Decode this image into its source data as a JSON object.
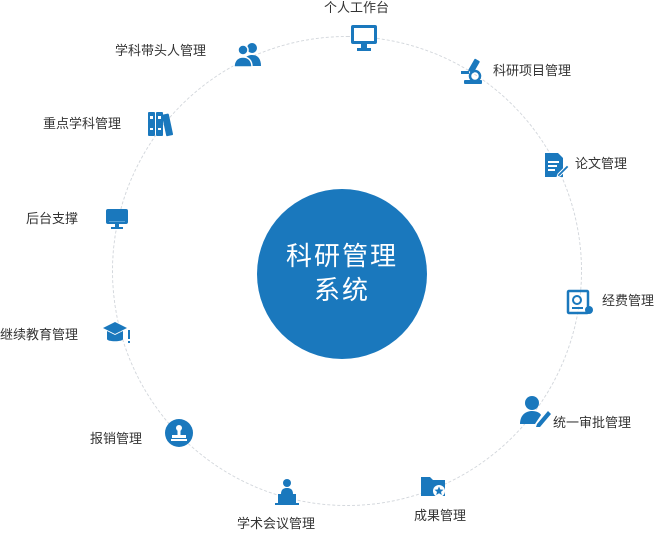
{
  "theme": {
    "accent": "#1a78bd",
    "ring": "#d3d7dc",
    "text": "#333333"
  },
  "center": {
    "line1": "科研管理",
    "line2": "系统"
  },
  "modules": [
    {
      "label": "个人工作台",
      "icon": "monitor-icon"
    },
    {
      "label": "科研项目管理",
      "icon": "microscope-icon"
    },
    {
      "label": "论文管理",
      "icon": "document-edit-icon"
    },
    {
      "label": "经费管理",
      "icon": "expense-sheet-icon"
    },
    {
      "label": "统一审批管理",
      "icon": "user-pen-icon"
    },
    {
      "label": "成果管理",
      "icon": "folder-star-icon"
    },
    {
      "label": "学术会议管理",
      "icon": "conference-podium-icon"
    },
    {
      "label": "报销管理",
      "icon": "stamp-icon"
    },
    {
      "label": "继续教育管理",
      "icon": "graduation-cap-icon"
    },
    {
      "label": "后台支撑",
      "icon": "display-icon"
    },
    {
      "label": "重点学科管理",
      "icon": "binders-icon"
    },
    {
      "label": "学科带头人管理",
      "icon": "users-icon"
    }
  ]
}
